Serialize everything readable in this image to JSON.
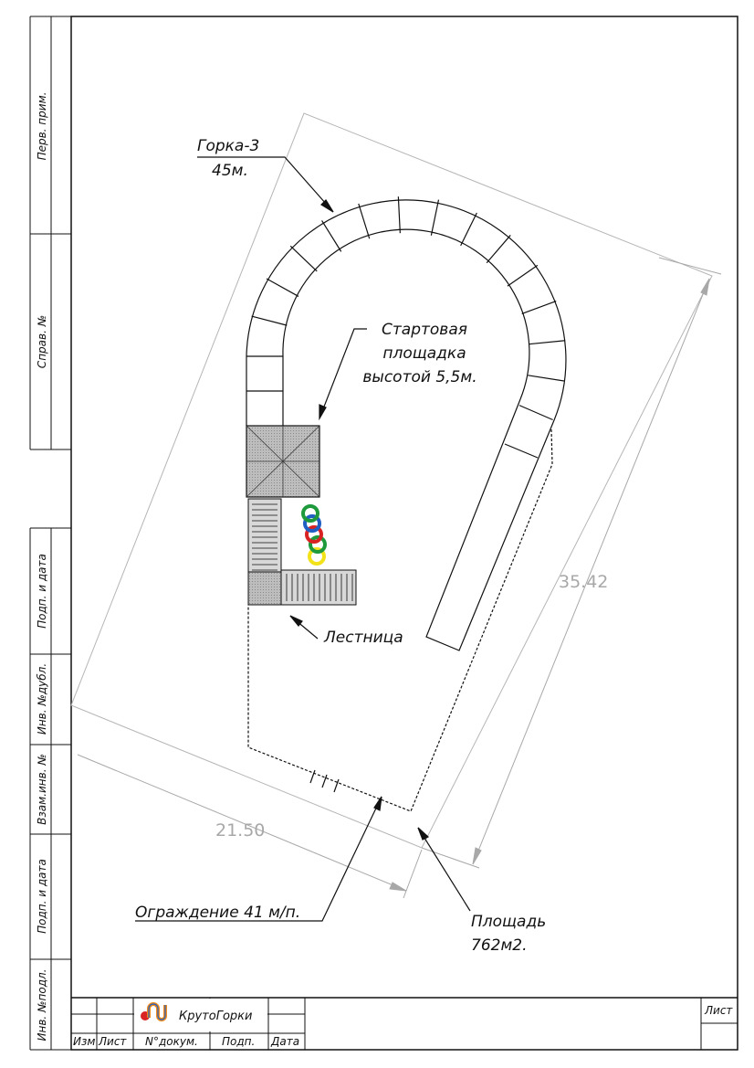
{
  "side_column": {
    "perv_prim": "Перв. прим.",
    "sprav_no": "Справ. №",
    "podp_data_1": "Подп. и дата",
    "inv_no_dubl": "Инв. №дубл.",
    "vzam_inv_no": "Взам.инв. №",
    "podp_data_2": "Подп. и дата",
    "inv_no_podl": "Инв. №подл."
  },
  "labels": {
    "slide_name": "Горка-3",
    "slide_length": "45м.",
    "platform_line1": "Стартовая",
    "platform_line2": "площадка",
    "platform_line3": "высотой 5,5м.",
    "stairs": "Лестница",
    "fence": "Ограждение 41 м/п.",
    "area_line1": "Площадь",
    "area_line2": "762м2."
  },
  "dimensions": {
    "length": "35.42",
    "width": "21.50"
  },
  "title_block": {
    "brand": "КрутоГорки",
    "izm": "Изм",
    "list": "Лист",
    "doc_no": "N°докум.",
    "podp": "Подп.",
    "data": "Дата",
    "sheet_label": "Лист"
  },
  "colors": {
    "tube_green": "#1e9a3c",
    "tube_blue": "#1f5fc4",
    "tube_red": "#d92222",
    "tube_yellow": "#f2e21a",
    "platform_fill": "#c9c9c9",
    "dimension_gray": "#a8a8a8"
  },
  "icons": {
    "logo": "slide-logo-icon"
  }
}
